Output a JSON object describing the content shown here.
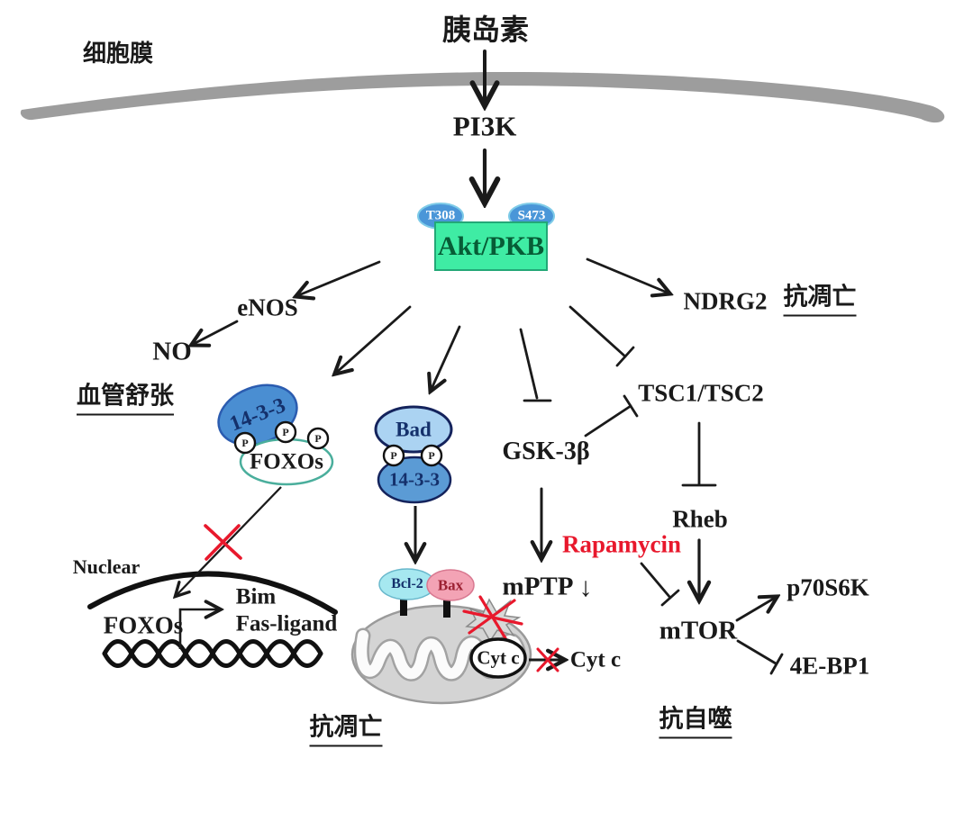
{
  "diagram": {
    "insulin": "胰岛素",
    "cell_membrane": "细胞膜",
    "pi3k": "PI3K",
    "akt": "Akt/PKB",
    "t308": "T308",
    "s473": "S473",
    "enos": "eNOS",
    "no": "NO",
    "vasodilation": "血管舒张",
    "ndrg2": "NDRG2",
    "anti_apoptosis_right": "抗凋亡",
    "tsc1_tsc2": "TSC1/TSC2",
    "gsk3b": "GSK-3β",
    "rheb": "Rheb",
    "rapamycin": "Rapamycin",
    "mtor": "mTOR",
    "p70s6k": "p70S6K",
    "e4bp1": "4E-BP1",
    "anti_autophagy": "抗自噬",
    "complex_14_3_3": "14-3-3",
    "foxos": "FOXOs",
    "phospho": "P",
    "bad": "Bad",
    "bad_14_3_3": "14-3-3",
    "nuclear": "Nuclear",
    "nuclear_foxos": "FOXOs",
    "bim": "Bim",
    "fas_ligand": "Fas-ligand",
    "bcl2": "Bcl-2",
    "bax": "Bax",
    "cytc_inner": "Cyt c",
    "cytc_released": "Cyt c",
    "mptp": "mPTP",
    "mptp_trend": "↓",
    "anti_apoptosis_bottom": "抗凋亡"
  },
  "colors": {
    "membrane_gray": "#9d9d9d",
    "arrow_black": "#1a1a1a",
    "akt_box_fill": "#3feca4",
    "akt_box_border": "#23a877",
    "akt_text_green": "#075c36",
    "phospho_site_blue": "#4a96d8",
    "blob_14_3_3_blue": "#4a8ed2",
    "bad_light_blue": "#abd3f2",
    "bad_14_3_3_blue": "#5b9bd5",
    "dark_navy_text": "#14306b",
    "foxos_ring_teal": "#4aae9c",
    "bcl2_cyan": "#a6e8f0",
    "bax_pink": "#f3a3b5",
    "bax_text_red": "#9c2133",
    "mitochondria_gray": "#d4d4d4",
    "highlight_red": "#e8182c"
  }
}
